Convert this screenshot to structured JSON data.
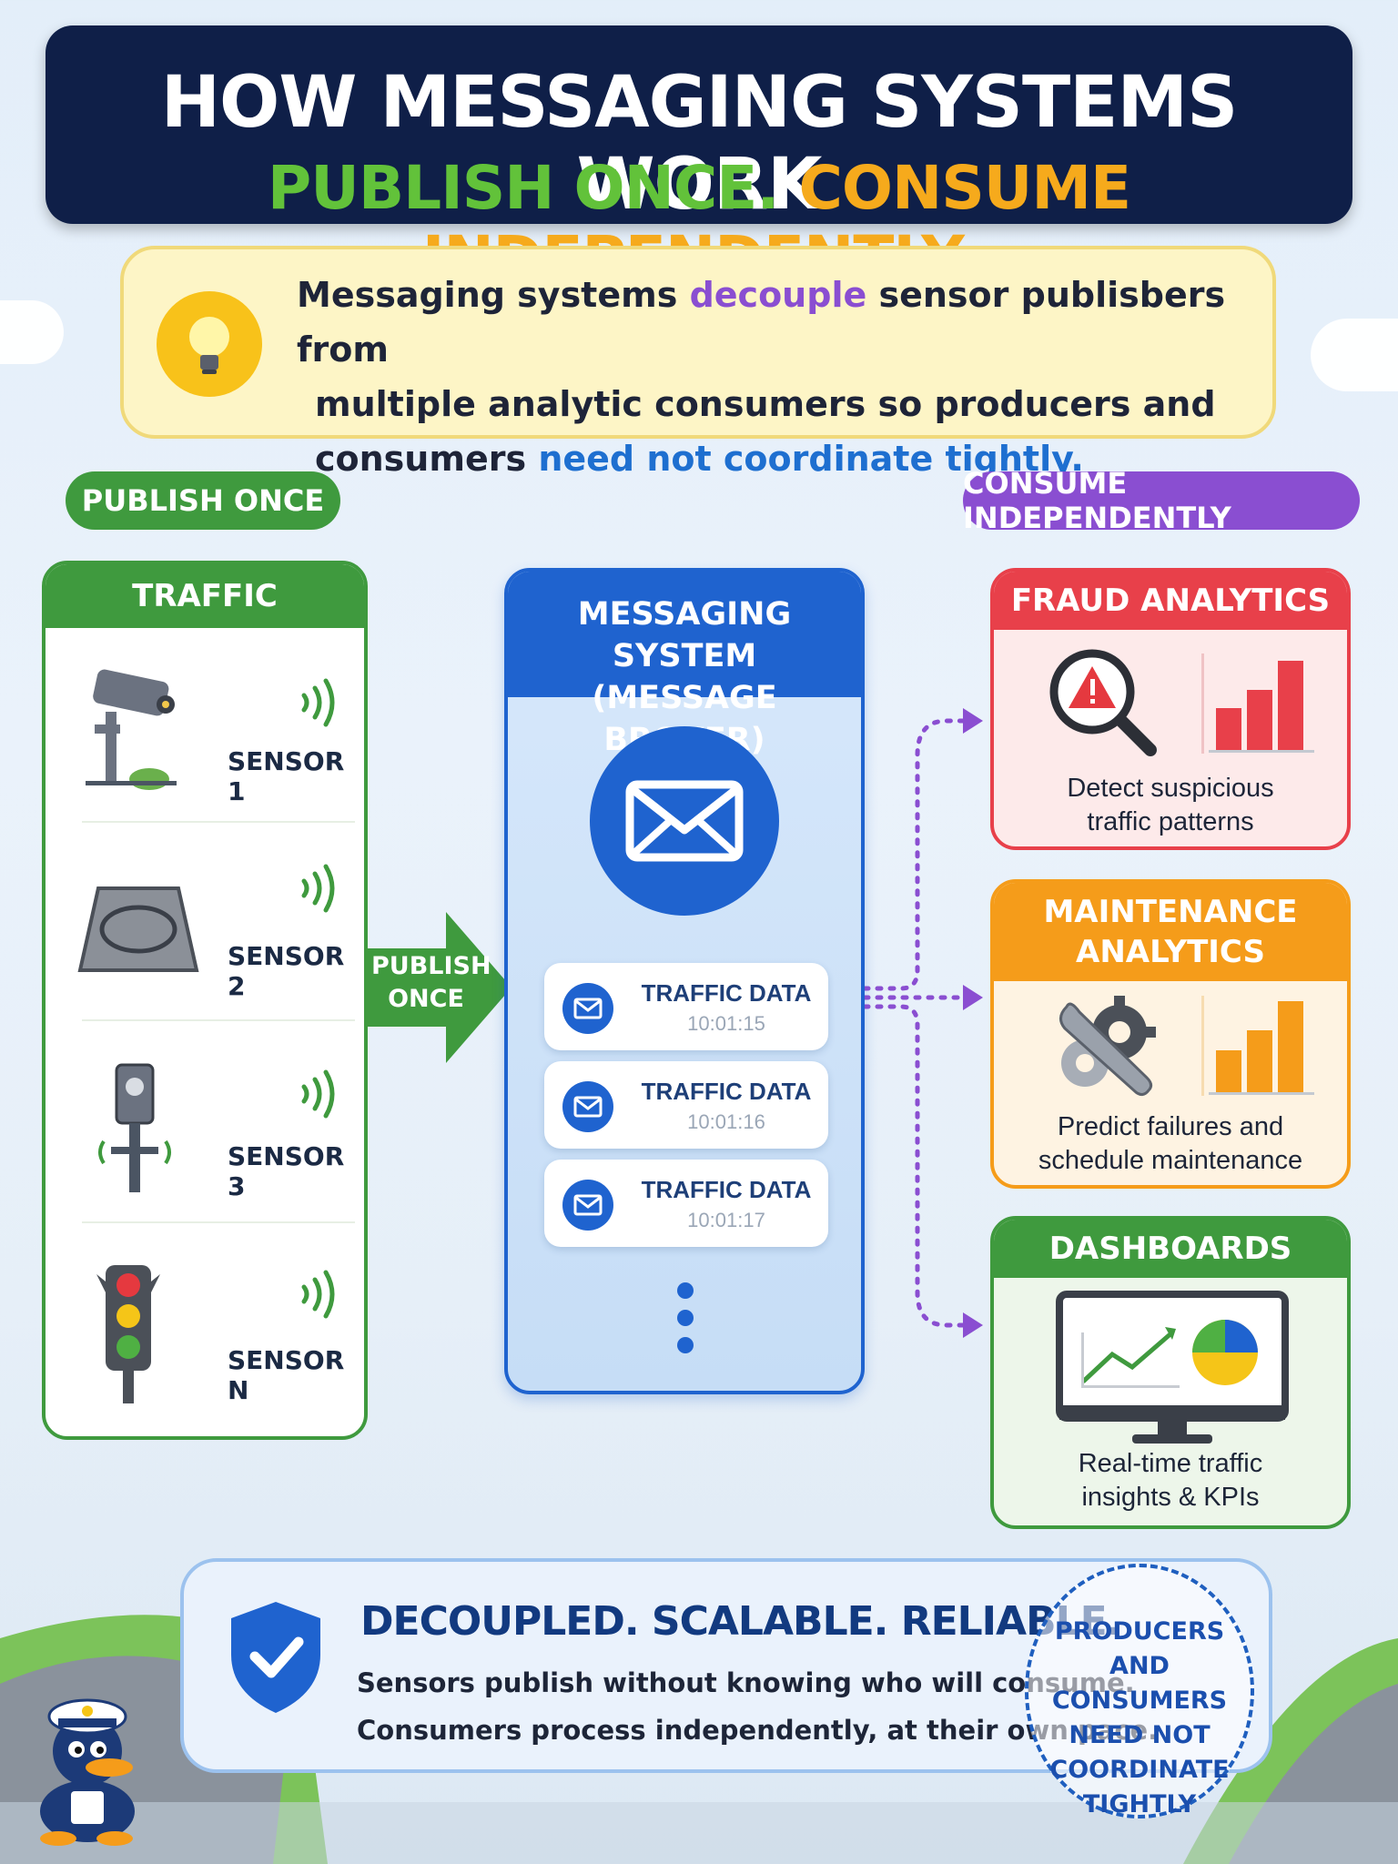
{
  "header": {
    "title": "HOW MESSAGING SYSTEMS WORK",
    "subtitle_part1": "PUBLISH ONCE.",
    "subtitle_part2": "CONSUME INDEPENDENTLY."
  },
  "intro": {
    "line1_a": "Messaging systems ",
    "line1_highlight": "decouple",
    "line1_b": " sensor publisbers from",
    "line2": "multiple analytic consumers so producers and",
    "line3_a": "consumers ",
    "line3_highlight": "need not coordinate tightly."
  },
  "pills": {
    "left": "PUBLISH ONCE",
    "right": "CONSUME INDEPENDENTLY"
  },
  "sensors": {
    "title": "TRAFFIC SENSORS",
    "items": [
      {
        "label": "SENSOR 1",
        "icon": "camera-icon"
      },
      {
        "label": "SENSOR 2",
        "icon": "road-loop-sensor-icon"
      },
      {
        "label": "SENSOR 3",
        "icon": "radar-sensor-icon"
      },
      {
        "label": "SENSOR N",
        "icon": "traffic-light-icon"
      }
    ]
  },
  "publish_arrow": {
    "line1": "PUBLISH",
    "line2": "ONCE"
  },
  "broker": {
    "title_line1": "MESSAGING SYSTEM",
    "title_line2": "(MESSAGE BROKER)",
    "messages": [
      {
        "title": "TRAFFIC DATA",
        "time": "10:01:15"
      },
      {
        "title": "TRAFFIC DATA",
        "time": "10:01:16"
      },
      {
        "title": "TRAFFIC DATA",
        "time": "10:01:17"
      }
    ]
  },
  "consumers": [
    {
      "title": "FRAUD ANALYTICS",
      "desc_line1": "Detect suspicious",
      "desc_line2": "traffic patterns",
      "color": "#e8404a"
    },
    {
      "title_line1": "MAINTENANCE",
      "title_line2": "ANALYTICS",
      "desc_line1": "Predict failures and",
      "desc_line2": "schedule maintenance",
      "color": "#f59c1a"
    },
    {
      "title": "DASHBOARDS",
      "desc_line1": "Real-time traffic",
      "desc_line2": "insights & KPIs",
      "color": "#3f9a3e"
    }
  ],
  "bottom": {
    "title": "DECOUPLED. SCALABLE. RELIABLE.",
    "line1": "Sensors publish without knowing who will consume.",
    "line2": "Consumers process independently, at their own pace."
  },
  "badge": {
    "line1": "PRODUCERS",
    "line2": "AND CONSUMERS",
    "line3": "NEED NOT",
    "line4": "COORDINATE",
    "line5": "TIGHTLY"
  },
  "colors": {
    "navy": "#0f1f48",
    "green": "#3f9a3e",
    "purple": "#8a4ed1",
    "blue": "#1f63cf",
    "red": "#e8404a",
    "orange": "#f59c1a"
  }
}
